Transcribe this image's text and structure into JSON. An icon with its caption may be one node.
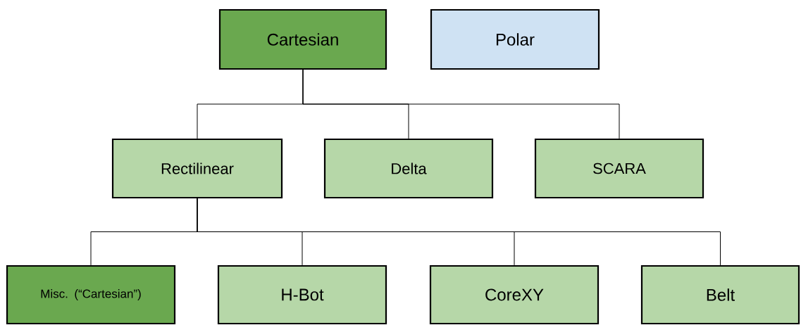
{
  "diagram": {
    "nodes": [
      {
        "text": [
          "Cartesian"
        ]
      },
      {
        "text": [
          "Polar"
        ]
      },
      {
        "text": [
          "Rectilinear"
        ]
      },
      {
        "text": [
          "Delta"
        ]
      },
      {
        "text": [
          "SCARA"
        ]
      },
      {
        "text": [
          "Misc. (“Cartesian”)"
        ]
      },
      {
        "text": [
          "H-Bot"
        ]
      },
      {
        "text": [
          "CoreXY"
        ]
      },
      {
        "text": [
          "Belt"
        ]
      }
    ],
    "edges": [
      {
        "from": 0,
        "to": 2,
        "arrow": "none"
      },
      {
        "from": 0,
        "to": 3,
        "arrow": "none"
      },
      {
        "from": 0,
        "to": 4,
        "arrow": "none"
      },
      {
        "from": 2,
        "to": 5,
        "arrow": "none"
      },
      {
        "from": 2,
        "to": 6,
        "arrow": "none"
      },
      {
        "from": 2,
        "to": 7,
        "arrow": "none"
      },
      {
        "from": 2,
        "to": 8,
        "arrow": "none"
      }
    ]
  }
}
